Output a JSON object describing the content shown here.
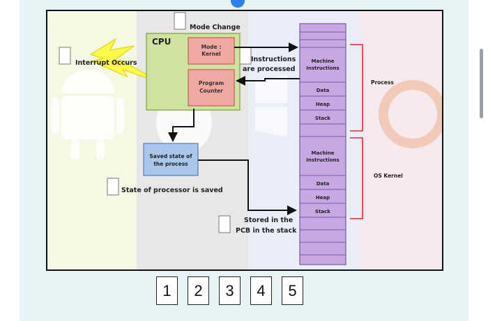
{
  "diagram": {
    "interrupt_label": "Interrupt Occurs",
    "mode_change_label": "Mode Change",
    "cpu_title": "CPU",
    "mode_box": [
      "Mode :",
      "Kernel"
    ],
    "program_counter": [
      "Program",
      "Counter"
    ],
    "instructions_label": [
      "Instructions",
      "are processed"
    ],
    "saved_state": [
      "Saved state of",
      "the process"
    ],
    "processor_saved_label": "State of processor is saved",
    "stored_label": [
      "Stored in the",
      "PCB in the stack"
    ],
    "memory_process": [
      "Machine Instructions",
      "Data",
      "Heap",
      "Stack"
    ],
    "memory_os": [
      "Machine Instructions",
      "Data",
      "Heap",
      "Stack"
    ],
    "process_label": "Process",
    "os_kernel_label": "OS Kernel"
  },
  "answer_boxes": [
    "1",
    "2",
    "3",
    "4",
    "5"
  ]
}
